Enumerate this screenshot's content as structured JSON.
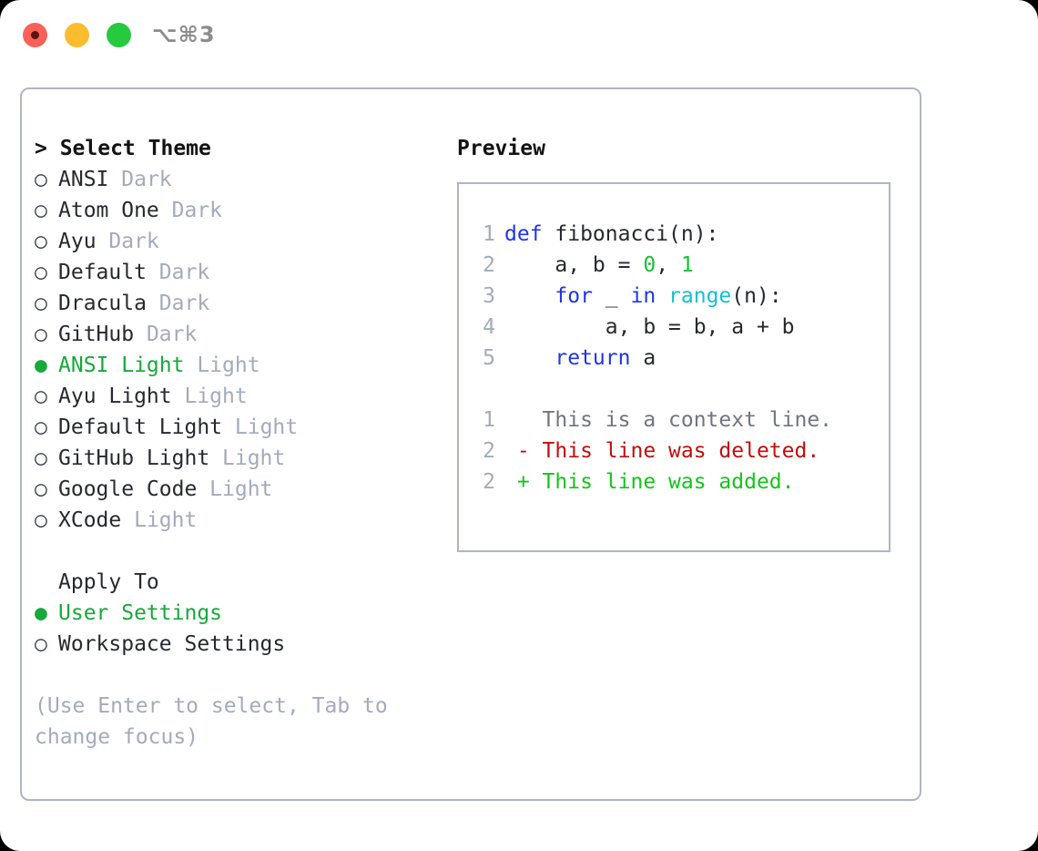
{
  "window": {
    "title_shortcut": "⌥⌘3",
    "traffic_lights": [
      "close-red",
      "minimize-yellow",
      "maximize-green"
    ]
  },
  "theme_selector": {
    "header": "> Select Theme",
    "caret": ">",
    "header_label": "Select Theme",
    "bullet_unselected": "○",
    "bullet_selected": "●",
    "selected_theme": "ANSI Light",
    "accent_color": "#18a83c",
    "muted_color": "#a3abbb",
    "items": [
      {
        "name": "ANSI",
        "kind": "Dark",
        "selected": false
      },
      {
        "name": "Atom One",
        "kind": "Dark",
        "selected": false
      },
      {
        "name": "Ayu",
        "kind": "Dark",
        "selected": false
      },
      {
        "name": "Default",
        "kind": "Dark",
        "selected": false
      },
      {
        "name": "Dracula",
        "kind": "Dark",
        "selected": false
      },
      {
        "name": "GitHub",
        "kind": "Dark",
        "selected": false
      },
      {
        "name": "ANSI Light",
        "kind": "Light",
        "selected": true
      },
      {
        "name": "Ayu Light",
        "kind": "Light",
        "selected": false
      },
      {
        "name": "Default Light",
        "kind": "Light",
        "selected": false
      },
      {
        "name": "GitHub Light",
        "kind": "Light",
        "selected": false
      },
      {
        "name": "Google Code",
        "kind": "Light",
        "selected": false
      },
      {
        "name": "XCode",
        "kind": "Light",
        "selected": false
      }
    ]
  },
  "apply_to": {
    "label": "Apply To",
    "selected_option": "User Settings",
    "options": [
      {
        "name": "User Settings",
        "selected": true
      },
      {
        "name": "Workspace Settings",
        "selected": false
      }
    ]
  },
  "hint": "(Use Enter to select, Tab to change focus)",
  "preview": {
    "title": "Preview",
    "code_lines": [
      {
        "num": "1",
        "tokens": [
          {
            "text": "def ",
            "style": "kw"
          },
          {
            "text": "fibonacci(n):",
            "style": "txt"
          }
        ]
      },
      {
        "num": "2",
        "tokens": [
          {
            "text": "    a, b = ",
            "style": "txt"
          },
          {
            "text": "0",
            "style": "num"
          },
          {
            "text": ", ",
            "style": "txt"
          },
          {
            "text": "1",
            "style": "num"
          }
        ]
      },
      {
        "num": "3",
        "tokens": [
          {
            "text": "    ",
            "style": "txt"
          },
          {
            "text": "for",
            "style": "kw"
          },
          {
            "text": " _ ",
            "style": "txt"
          },
          {
            "text": "in",
            "style": "kw"
          },
          {
            "text": " ",
            "style": "txt"
          },
          {
            "text": "range",
            "style": "fn"
          },
          {
            "text": "(n):",
            "style": "txt"
          }
        ]
      },
      {
        "num": "4",
        "tokens": [
          {
            "text": "        a, b = b, a + b",
            "style": "txt"
          }
        ]
      },
      {
        "num": "5",
        "tokens": [
          {
            "text": "    ",
            "style": "txt"
          },
          {
            "text": "return",
            "style": "kw"
          },
          {
            "text": " a",
            "style": "txt"
          }
        ]
      }
    ],
    "diff_lines": [
      {
        "num": "1",
        "marker": " ",
        "text": "This is a context line.",
        "style": "ctx"
      },
      {
        "num": "2",
        "marker": "-",
        "text": "This line was deleted.",
        "style": "del"
      },
      {
        "num": "2",
        "marker": "+",
        "text": "This line was added.",
        "style": "add"
      }
    ]
  }
}
